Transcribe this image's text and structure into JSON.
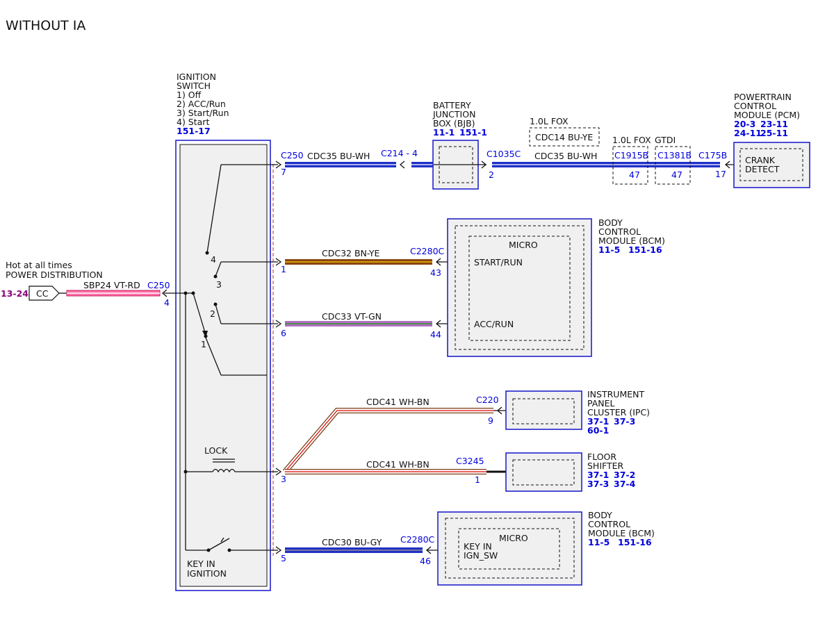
{
  "title": "WITHOUT IA",
  "ignition_switch": {
    "label_lines": [
      "IGNITION",
      "SWITCH",
      "1) Off",
      "2) ACC/Run",
      "3) Start/Run",
      "4) Start"
    ],
    "ref": "151-17",
    "positions": [
      "4",
      "3",
      "2",
      "1"
    ],
    "lock_label": "LOCK",
    "key_in_lines": [
      "KEY IN",
      "IGNITION"
    ]
  },
  "power": {
    "lines": [
      "Hot at all times",
      "POWER DISTRIBUTION"
    ],
    "ref": "13-24",
    "cc": "CC",
    "wire": "SBP24  VT-RD",
    "connector": "C250",
    "pin": "4"
  },
  "bjb": {
    "lines": [
      "BATTERY",
      "JUNCTION",
      "BOX (BJB)"
    ],
    "refs": [
      "11-1",
      "151-1"
    ]
  },
  "pcm": {
    "lines": [
      "POWERTRAIN",
      "CONTROL",
      "MODULE (PCM)"
    ],
    "refs_row1": [
      "20-3",
      "23-11"
    ],
    "refs_row2": [
      "24-11",
      "25-11"
    ],
    "inner": [
      "CRANK",
      "DETECT"
    ]
  },
  "bcm": {
    "lines": [
      "BODY",
      "CONTROL",
      "MODULE (BCM)"
    ],
    "refs": [
      "11-5",
      "151-16"
    ],
    "micro": "MICRO",
    "start_run": "START/RUN",
    "acc_run": "ACC/RUN",
    "key_in": [
      "KEY IN",
      "IGN_SW"
    ]
  },
  "ipc": {
    "lines": [
      "INSTRUMENT",
      "PANEL",
      "CLUSTER (IPC)"
    ],
    "refs_row1": [
      "37-1",
      "37-3"
    ],
    "refs_row2": [
      "60-1"
    ]
  },
  "floor_shifter": {
    "lines": [
      "FLOOR",
      "SHIFTER"
    ],
    "refs_row1": [
      "37-1",
      "37-2"
    ],
    "refs_row2": [
      "37-3",
      "37-4"
    ]
  },
  "variants": {
    "fox_1": "1.0L FOX",
    "fox_2": "1.0L FOX",
    "gtdi": "GTDI"
  },
  "circuits": {
    "start": {
      "c_left": "C250",
      "wire": "CDC35  BU-WH",
      "c_mid": "C214 - 4",
      "pin_left": "7",
      "c_right": "C1035C",
      "wire2": "CDC35  BU-WH",
      "pin_right": "2",
      "alt_wire": "CDC14  BU-YE",
      "c_b1": "C1915B",
      "pin_b1": "47",
      "c_b2": "C1381B",
      "pin_b2": "47",
      "c_pcm": "C175B",
      "pin_pcm": "17"
    },
    "start_run": {
      "wire": "CDC32  BN-YE",
      "connector": "C2280C",
      "pin_left": "1",
      "pin_right": "43"
    },
    "acc_run": {
      "wire": "CDC33  VT-GN",
      "pin_left": "6",
      "pin_right": "44"
    },
    "ipc": {
      "wire": "CDC41  WH-BN",
      "connector": "C220",
      "pin": "9"
    },
    "shifter": {
      "wire": "CDC41  WH-BN",
      "connector": "C3245",
      "pin_left": "3",
      "pin_right": "1"
    },
    "key_in": {
      "wire": "CDC30  BU-GY",
      "connector": "C2280C",
      "pin_left": "5",
      "pin_right": "46"
    }
  },
  "colors": {
    "blue": "#0000dd",
    "purple": "#8a007a",
    "box_border": "#2222cc",
    "bu": "#2030c8",
    "wh": "#ffffff",
    "bn": "#8b4513",
    "ye": "#e8c000",
    "vt": "#b070c0",
    "rd": "#e00000",
    "gn": "#2a9a2a",
    "gy": "#909090",
    "pk": "#ff6fa8"
  }
}
